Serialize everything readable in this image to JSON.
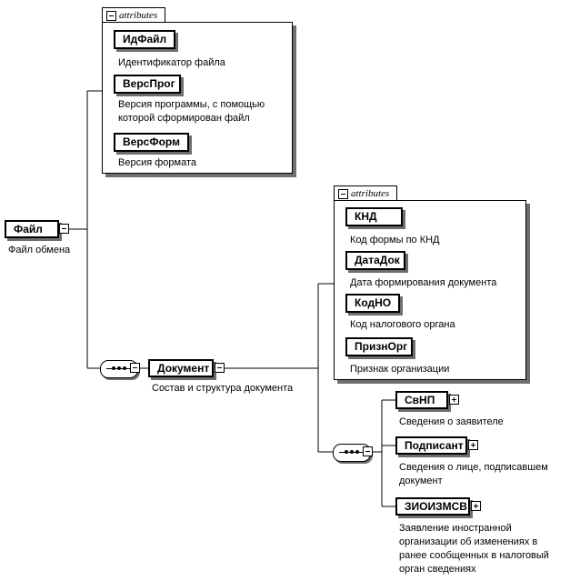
{
  "root": {
    "name": "Файл",
    "description": "Файл обмена"
  },
  "root_attributes": {
    "tab": "attributes",
    "items": [
      {
        "name": "ИдФайл",
        "description": "Идентификатор файла"
      },
      {
        "name": "ВерсПрог",
        "description": "Версия программы, с помощью которой сформирован файл"
      },
      {
        "name": "ВерсФорм",
        "description": "Версия формата"
      }
    ]
  },
  "document": {
    "name": "Документ",
    "description": "Состав и структура документа"
  },
  "document_attributes": {
    "tab": "attributes",
    "items": [
      {
        "name": "КНД",
        "description": "Код формы по КНД"
      },
      {
        "name": "ДатаДок",
        "description": "Дата формирования документа"
      },
      {
        "name": "КодНО",
        "description": "Код налогового органа"
      },
      {
        "name": "ПризнОрг",
        "description": "Признак организации"
      }
    ]
  },
  "document_children": [
    {
      "name": "СвНП",
      "description": "Сведения о заявителе"
    },
    {
      "name": "Подписант",
      "description": "Сведения о лице, подписавшем документ"
    },
    {
      "name": "ЗИОИЗМСВ",
      "description": "Заявление иностранной организации об изменениях в ранее сообщенных в налоговый орган сведениях"
    }
  ]
}
